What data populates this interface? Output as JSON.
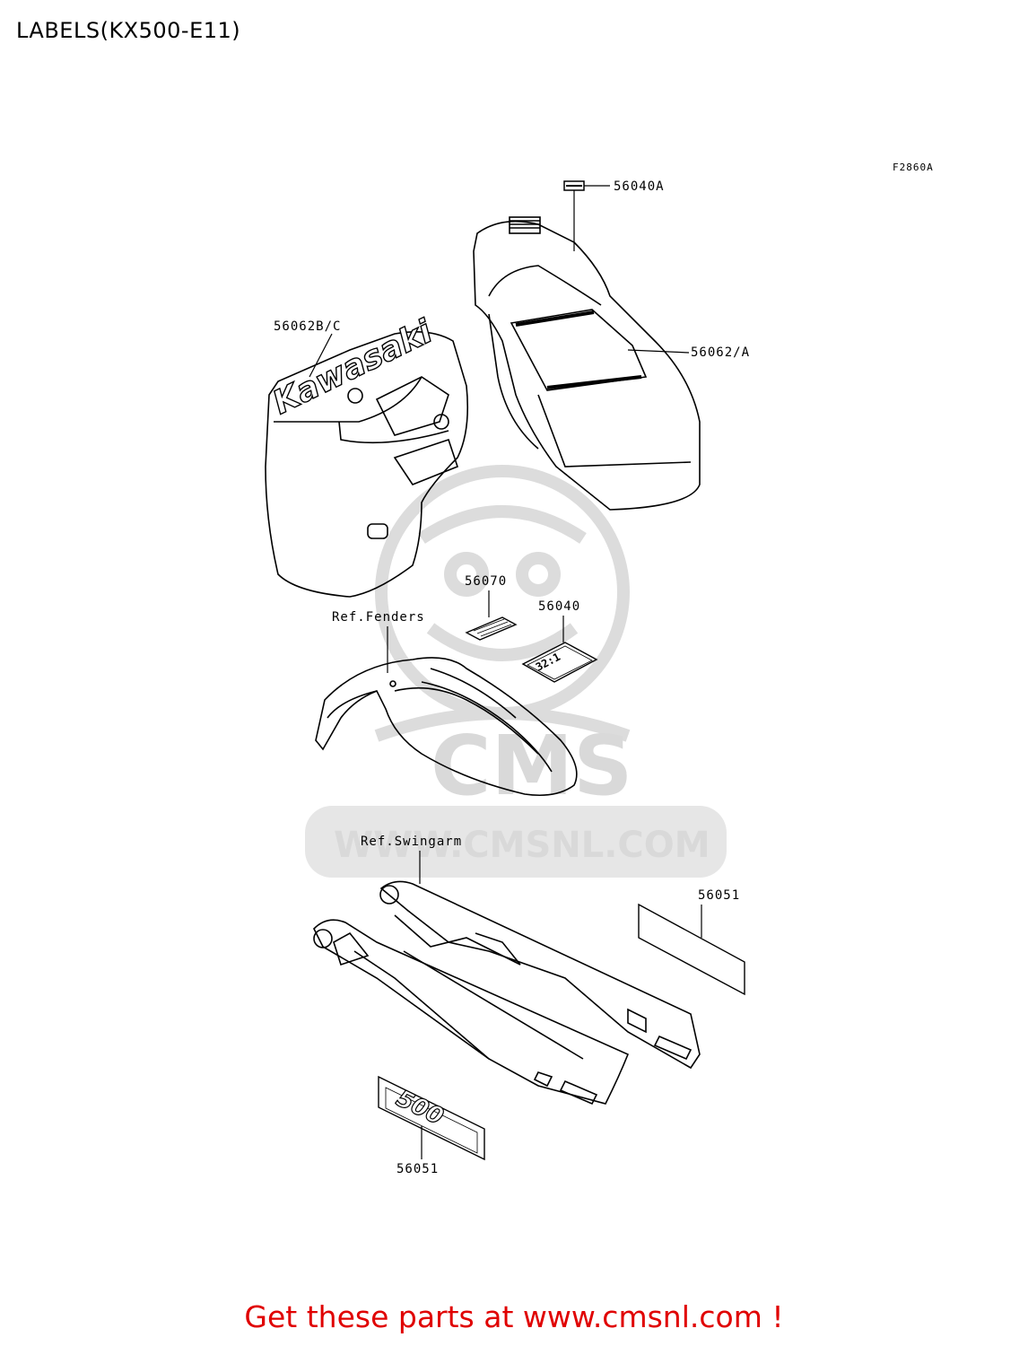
{
  "title": "LABELS(KX500-E11)",
  "figure_code": "F2860A",
  "labels": {
    "p56040A": "56040A",
    "p56062A": "56062/A",
    "p56062BC": "56062B/C",
    "p56070": "56070",
    "p56040": "56040",
    "ref_fenders": "Ref.Fenders",
    "ref_swingarm": "Ref.Swingarm",
    "p56051_right": "56051",
    "p56051_bottom": "56051"
  },
  "decal_text": {
    "kawasaki": "Kawasaki",
    "size_label": "32:1",
    "model_500": "500"
  },
  "watermark": {
    "brand": "CMS",
    "url": "WWW.CMSNL.COM"
  },
  "footer": {
    "text": "Get these parts at www.cmsnl.com !"
  },
  "colors": {
    "footer_text": "#e00000",
    "watermark": "#d9d9d9",
    "line": "#000000"
  }
}
